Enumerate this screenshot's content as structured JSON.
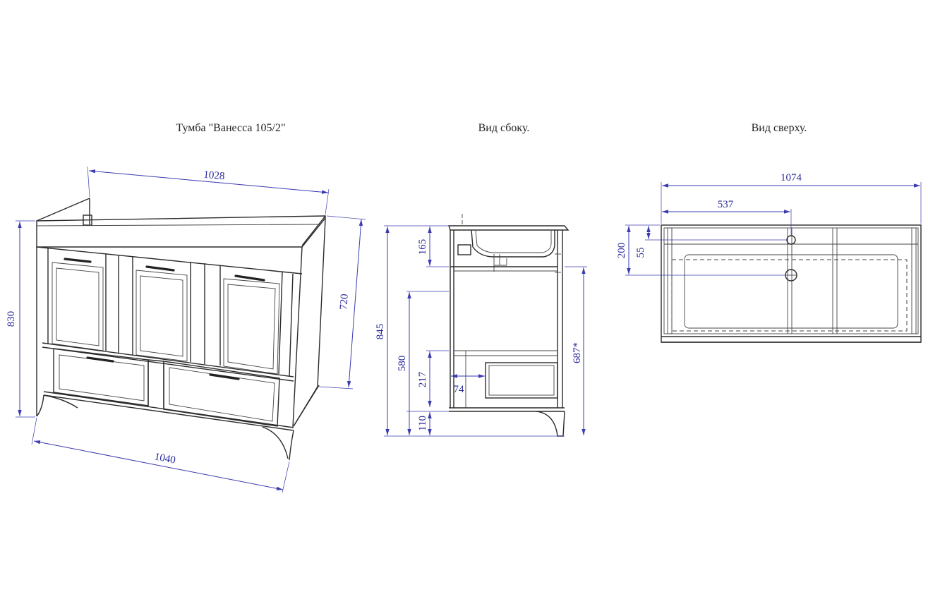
{
  "views": {
    "front": {
      "title": "Тумба \"Ванесса 105/2\""
    },
    "side": {
      "title": "Вид сбоку."
    },
    "top": {
      "title": "Вид сверху."
    }
  },
  "dimensions": {
    "front": {
      "top_width": "1028",
      "height": "830",
      "depth": "720",
      "base_width": "1040"
    },
    "side": {
      "sink_height": "165",
      "total_height": "845",
      "inner_height": "580",
      "drawer_height": "217",
      "drawer_offset": "74",
      "leg_height": "110",
      "right_height": "687*"
    },
    "top": {
      "total_width": "1074",
      "half_width": "537",
      "depth_200": "200",
      "depth_55": "55"
    }
  },
  "colors": {
    "outline": "#2b2b2b",
    "dimension": "#3b3bb0"
  }
}
